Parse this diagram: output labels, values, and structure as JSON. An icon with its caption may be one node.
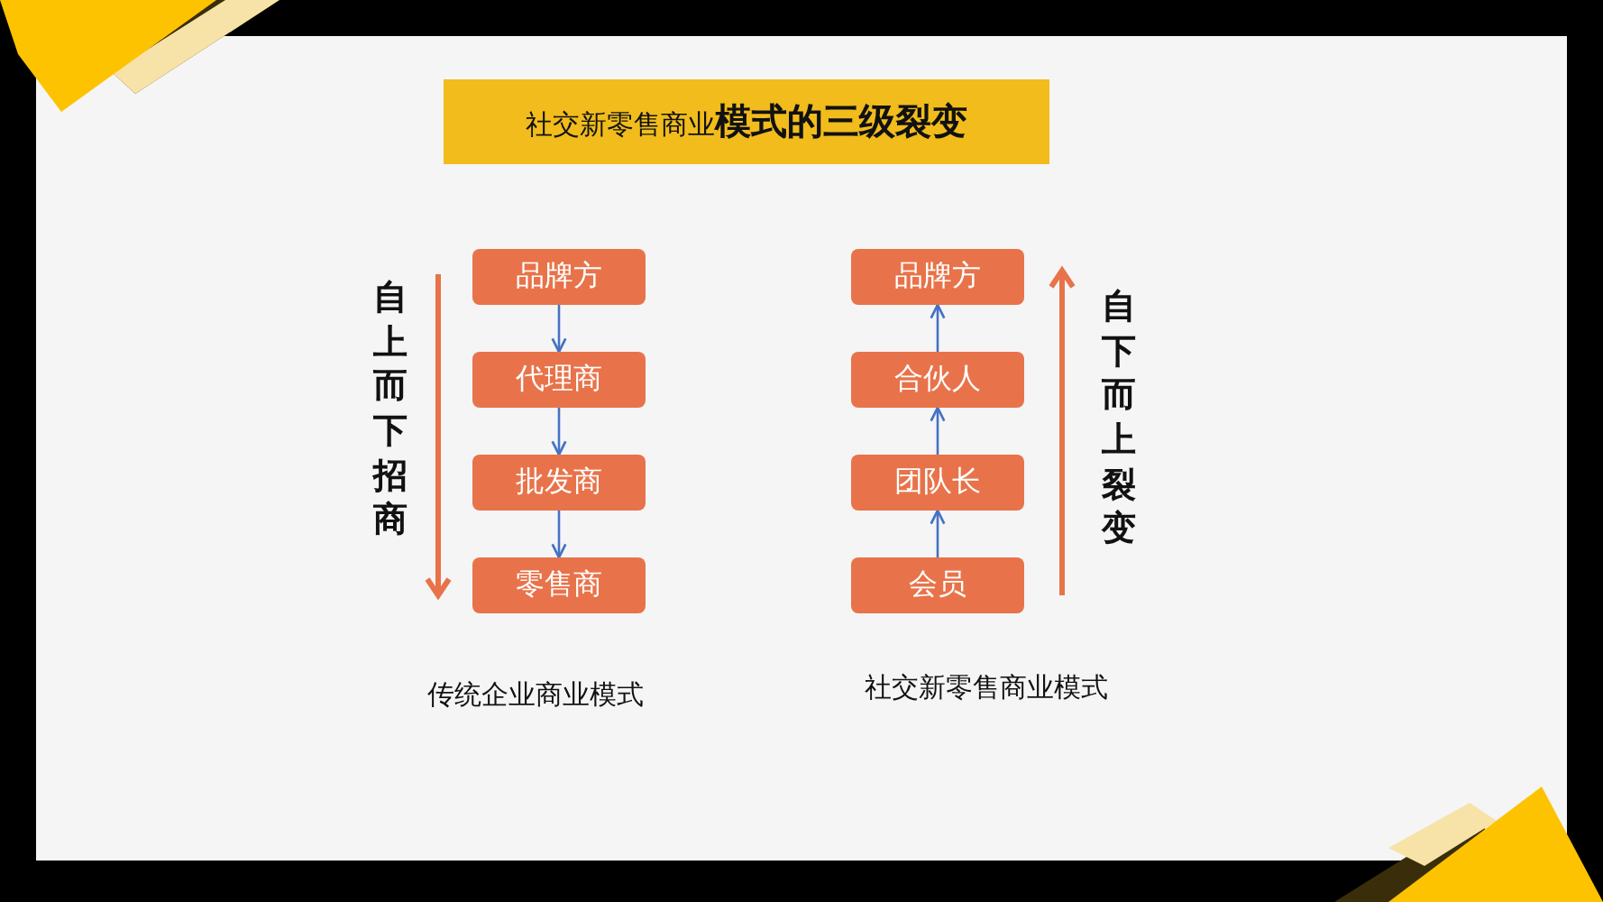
{
  "diagram": {
    "title": "社交新零售商业**模式的三级裂变**",
    "nodes": [
      {
        "text": [
          "品牌方"
        ]
      },
      {
        "text": [
          "代理商"
        ]
      },
      {
        "text": [
          "批发商"
        ]
      },
      {
        "text": [
          "零售商"
        ]
      },
      {
        "text": [
          "品牌方"
        ]
      },
      {
        "text": [
          "合伙人"
        ]
      },
      {
        "text": [
          "团队长"
        ]
      },
      {
        "text": [
          "会员"
        ]
      }
    ],
    "edges": [
      {
        "from": 0,
        "to": 1,
        "arrow": "to"
      },
      {
        "from": 1,
        "to": 2,
        "arrow": "to"
      },
      {
        "from": 2,
        "to": 3,
        "arrow": "to"
      },
      {
        "from": 7,
        "to": 6,
        "arrow": "to"
      },
      {
        "from": 6,
        "to": 5,
        "arrow": "to"
      },
      {
        "from": 5,
        "to": 4,
        "arrow": "to"
      }
    ],
    "labels": [
      "自上而下招商",
      "自下而上裂变",
      "传统企业商业模式",
      "社交新零售商业模式"
    ]
  }
}
